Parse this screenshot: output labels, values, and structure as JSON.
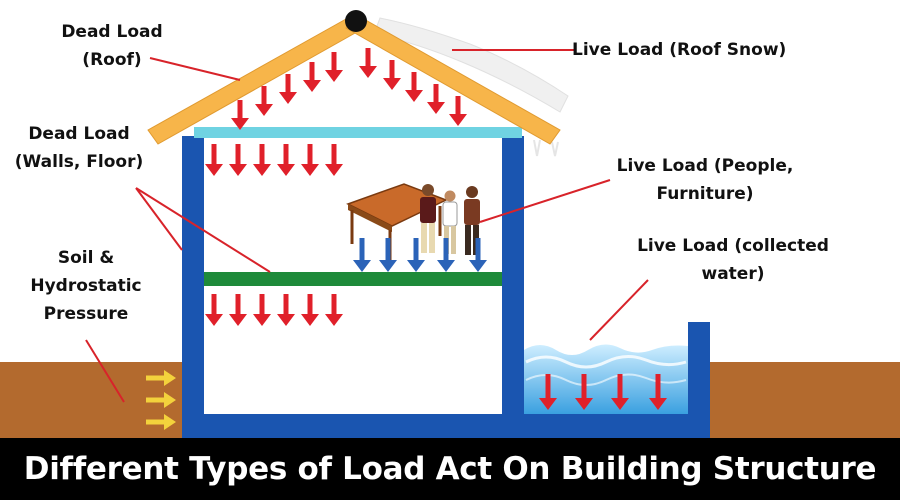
{
  "labels": {
    "dead_load_roof": [
      "Dead Load",
      "(Roof)"
    ],
    "dead_load_walls": [
      "Dead Load",
      "(Walls, Floor)"
    ],
    "soil_pressure": [
      "Soil &",
      "Hydrostatic",
      "Pressure"
    ],
    "live_load_snow": [
      "Live Load (Roof Snow)"
    ],
    "live_load_people": [
      "Live Load (People,",
      "Furniture)"
    ],
    "live_load_water": [
      "Live Load (collected",
      "water)"
    ]
  },
  "footer_title": "Different Types of Load Act On Building Structure",
  "colors": {
    "dead_load_arrow": "#e0202a",
    "live_load_arrow": "#2b63b8",
    "soil_arrow": "#f3d23c",
    "wall": "#1a55b0",
    "roof": "#f7b54a",
    "ceiling": "#6fd3e2",
    "floor": "#1e8a3a",
    "ground": "#b36a2e",
    "water": "#4aa9e3",
    "leader_line": "#d8232a"
  },
  "icons": [
    "roof-ridge-dot-icon",
    "table-icon",
    "people-icon",
    "snow-icon",
    "water-wave-icon"
  ]
}
